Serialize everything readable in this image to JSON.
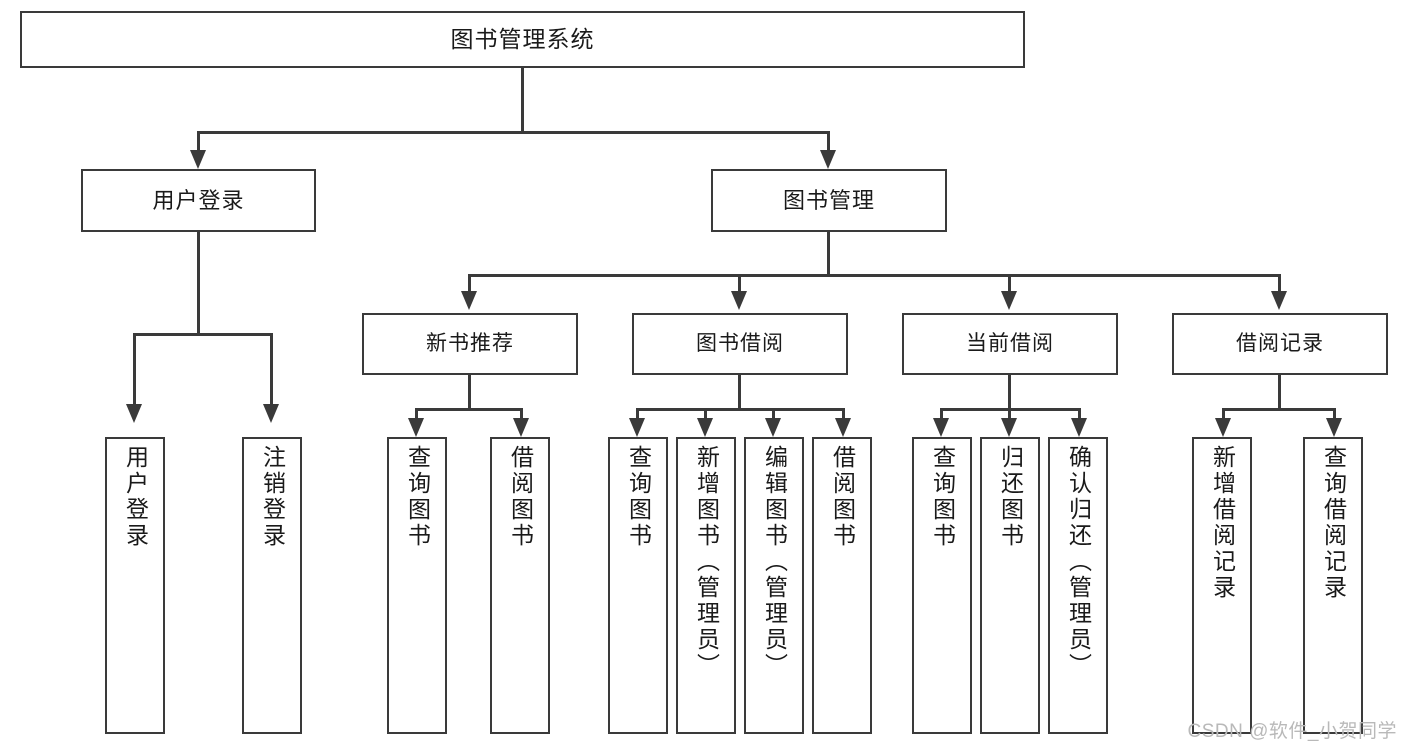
{
  "diagram": {
    "title": "图书管理系统",
    "root": {
      "label": "图书管理系统"
    },
    "level2": [
      {
        "label": "用户登录"
      },
      {
        "label": "图书管理"
      }
    ],
    "level3": [
      {
        "label": "新书推荐"
      },
      {
        "label": "图书借阅"
      },
      {
        "label": "当前借阅"
      },
      {
        "label": "借阅记录"
      }
    ],
    "leaves": [
      {
        "label": "用户登录",
        "parent": "用户登录"
      },
      {
        "label": "注销登录",
        "parent": "用户登录"
      },
      {
        "label": "查询图书",
        "parent": "新书推荐"
      },
      {
        "label": "借阅图书",
        "parent": "新书推荐"
      },
      {
        "label": "查询图书",
        "parent": "图书借阅"
      },
      {
        "label": "新增图书（管理员）",
        "parent": "图书借阅"
      },
      {
        "label": "编辑图书（管理员）",
        "parent": "图书借阅"
      },
      {
        "label": "借阅图书",
        "parent": "图书借阅"
      },
      {
        "label": "查询图书",
        "parent": "当前借阅"
      },
      {
        "label": "归还图书",
        "parent": "当前借阅"
      },
      {
        "label": "确认归还（管理员）",
        "parent": "当前借阅"
      },
      {
        "label": "新增借阅记录",
        "parent": "借阅记录"
      },
      {
        "label": "查询借阅记录",
        "parent": "借阅记录"
      }
    ]
  },
  "watermark": {
    "text": "CSDN @软件_小贺同学"
  },
  "colors": {
    "stroke": "#3a3a3a",
    "fill": "#ffffff",
    "text": "#1a1a1a",
    "watermark": "#b9b9b9"
  }
}
